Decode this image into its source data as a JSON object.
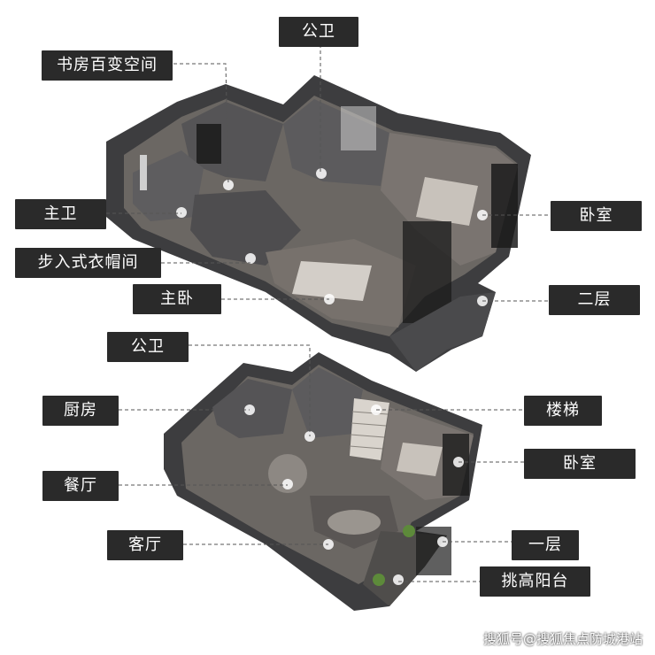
{
  "upper_floor": {
    "labels": {
      "public_bathroom": "公卫",
      "study": "书房百变空间",
      "master_bathroom": "主卫",
      "walk_in_closet": "步入式衣帽间",
      "master_bedroom": "主卧",
      "bedroom": "卧室",
      "floor_name": "二层"
    }
  },
  "lower_floor": {
    "labels": {
      "public_bathroom": "公卫",
      "kitchen": "厨房",
      "dining": "餐厅",
      "living": "客厅",
      "stairs": "楼梯",
      "bedroom": "卧室",
      "floor_name": "一层",
      "balcony": "挑高阳台"
    }
  },
  "watermark": "搜狐号@搜狐焦点防城港站",
  "colors": {
    "label_bg": "#2a2a2a",
    "label_text": "#ffffff",
    "wall": "#4a4a4c",
    "floor": "#6e6a66",
    "dark": "#2f2f31"
  }
}
